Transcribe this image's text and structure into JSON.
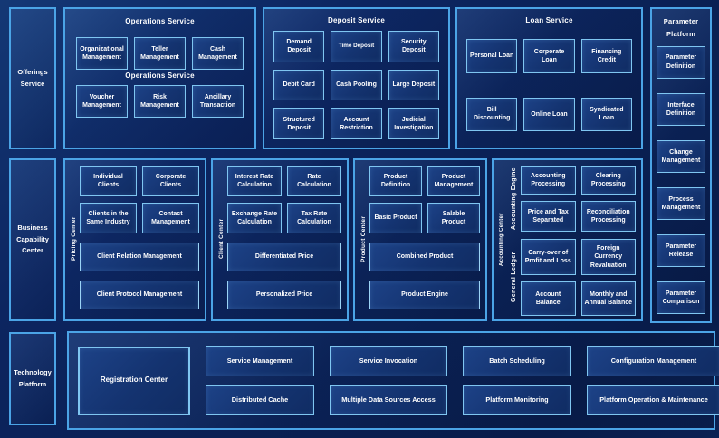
{
  "colors": {
    "background": "#0a2155",
    "panel_border": "#4ba4e6",
    "box_border": "#7fc6f1",
    "box_fill": "#143370",
    "text": "#ffffff"
  },
  "left_rail": {
    "offerings": "Offerings Service",
    "business": "Business Capability Center",
    "technology": "Technology Platform"
  },
  "top": {
    "operations": {
      "title": "Operations Service",
      "mid_label": "Operations Service",
      "row1": [
        "Organizational Management",
        "Teller Management",
        "Cash Management"
      ],
      "row2": [
        "Voucher Management",
        "Risk Management",
        "Ancillary Transaction"
      ]
    },
    "deposit": {
      "title": "Deposit Service",
      "boxes": [
        "Demand Deposit",
        "Time Deposit",
        "Security Deposit",
        "Debit Card",
        "Cash Pooling",
        "Large Deposit",
        "Structured Deposit",
        "Account Restriction",
        "Judicial Investigation"
      ]
    },
    "loan": {
      "title": "Loan Service",
      "boxes": [
        "Personal Loan",
        "Corporate Loan",
        "Financing Credit",
        "Bill Discounting",
        "Online Loan",
        "Syndicated Loan"
      ]
    }
  },
  "parameter_platform": {
    "title": "Parameter Platform",
    "items": [
      "Parameter Definition",
      "Interface Definition",
      "Change Management",
      "Process Management",
      "Parameter Release",
      "Parameter Comparison"
    ]
  },
  "middle": {
    "pricing_center": {
      "label": "Pricing Center",
      "boxes": [
        "Individual Clients",
        "Corporate Clients",
        "Clients in the Same Industry",
        "Contact Management"
      ],
      "wide": [
        "Client Relation Management",
        "Client Protocol Management"
      ]
    },
    "client_center": {
      "label": "Client Center",
      "boxes": [
        "Interest Rate Calculation",
        "Rate Calculation",
        "Exchange Rate Calculation",
        "Tax Rate Calculation"
      ],
      "wide": [
        "Differentiated Price",
        "Personalized Price"
      ]
    },
    "product_center": {
      "label": "Product Center",
      "boxes": [
        "Product Definition",
        "Product Management",
        "Basic Product",
        "Salable Product"
      ],
      "wide": [
        "Combined Product",
        "Product Engine"
      ]
    },
    "accounting_center": {
      "label": "Accounting Center",
      "groups": [
        {
          "label": "Accounting Engine",
          "boxes": [
            "Accounting Processing",
            "Clearing Processing",
            "Price and Tax Separated",
            "Reconciliation Processing"
          ]
        },
        {
          "label": "General Ledger",
          "boxes": [
            "Carry-over of Profit and Loss",
            "Foreign Currency Revaluation",
            "Account Balance",
            "Monthly and Annual Balance"
          ]
        }
      ]
    }
  },
  "bottom": {
    "registration": "Registration Center",
    "columns": [
      {
        "top": "Service Management",
        "bottom": "Distributed Cache"
      },
      {
        "top": "Service Invocation",
        "bottom": "Multiple Data Sources Access"
      },
      {
        "top": "Batch Scheduling",
        "bottom": "Platform Monitoring"
      },
      {
        "top": "Configuration Management",
        "bottom": "Platform Operation & Maintenance"
      }
    ]
  }
}
